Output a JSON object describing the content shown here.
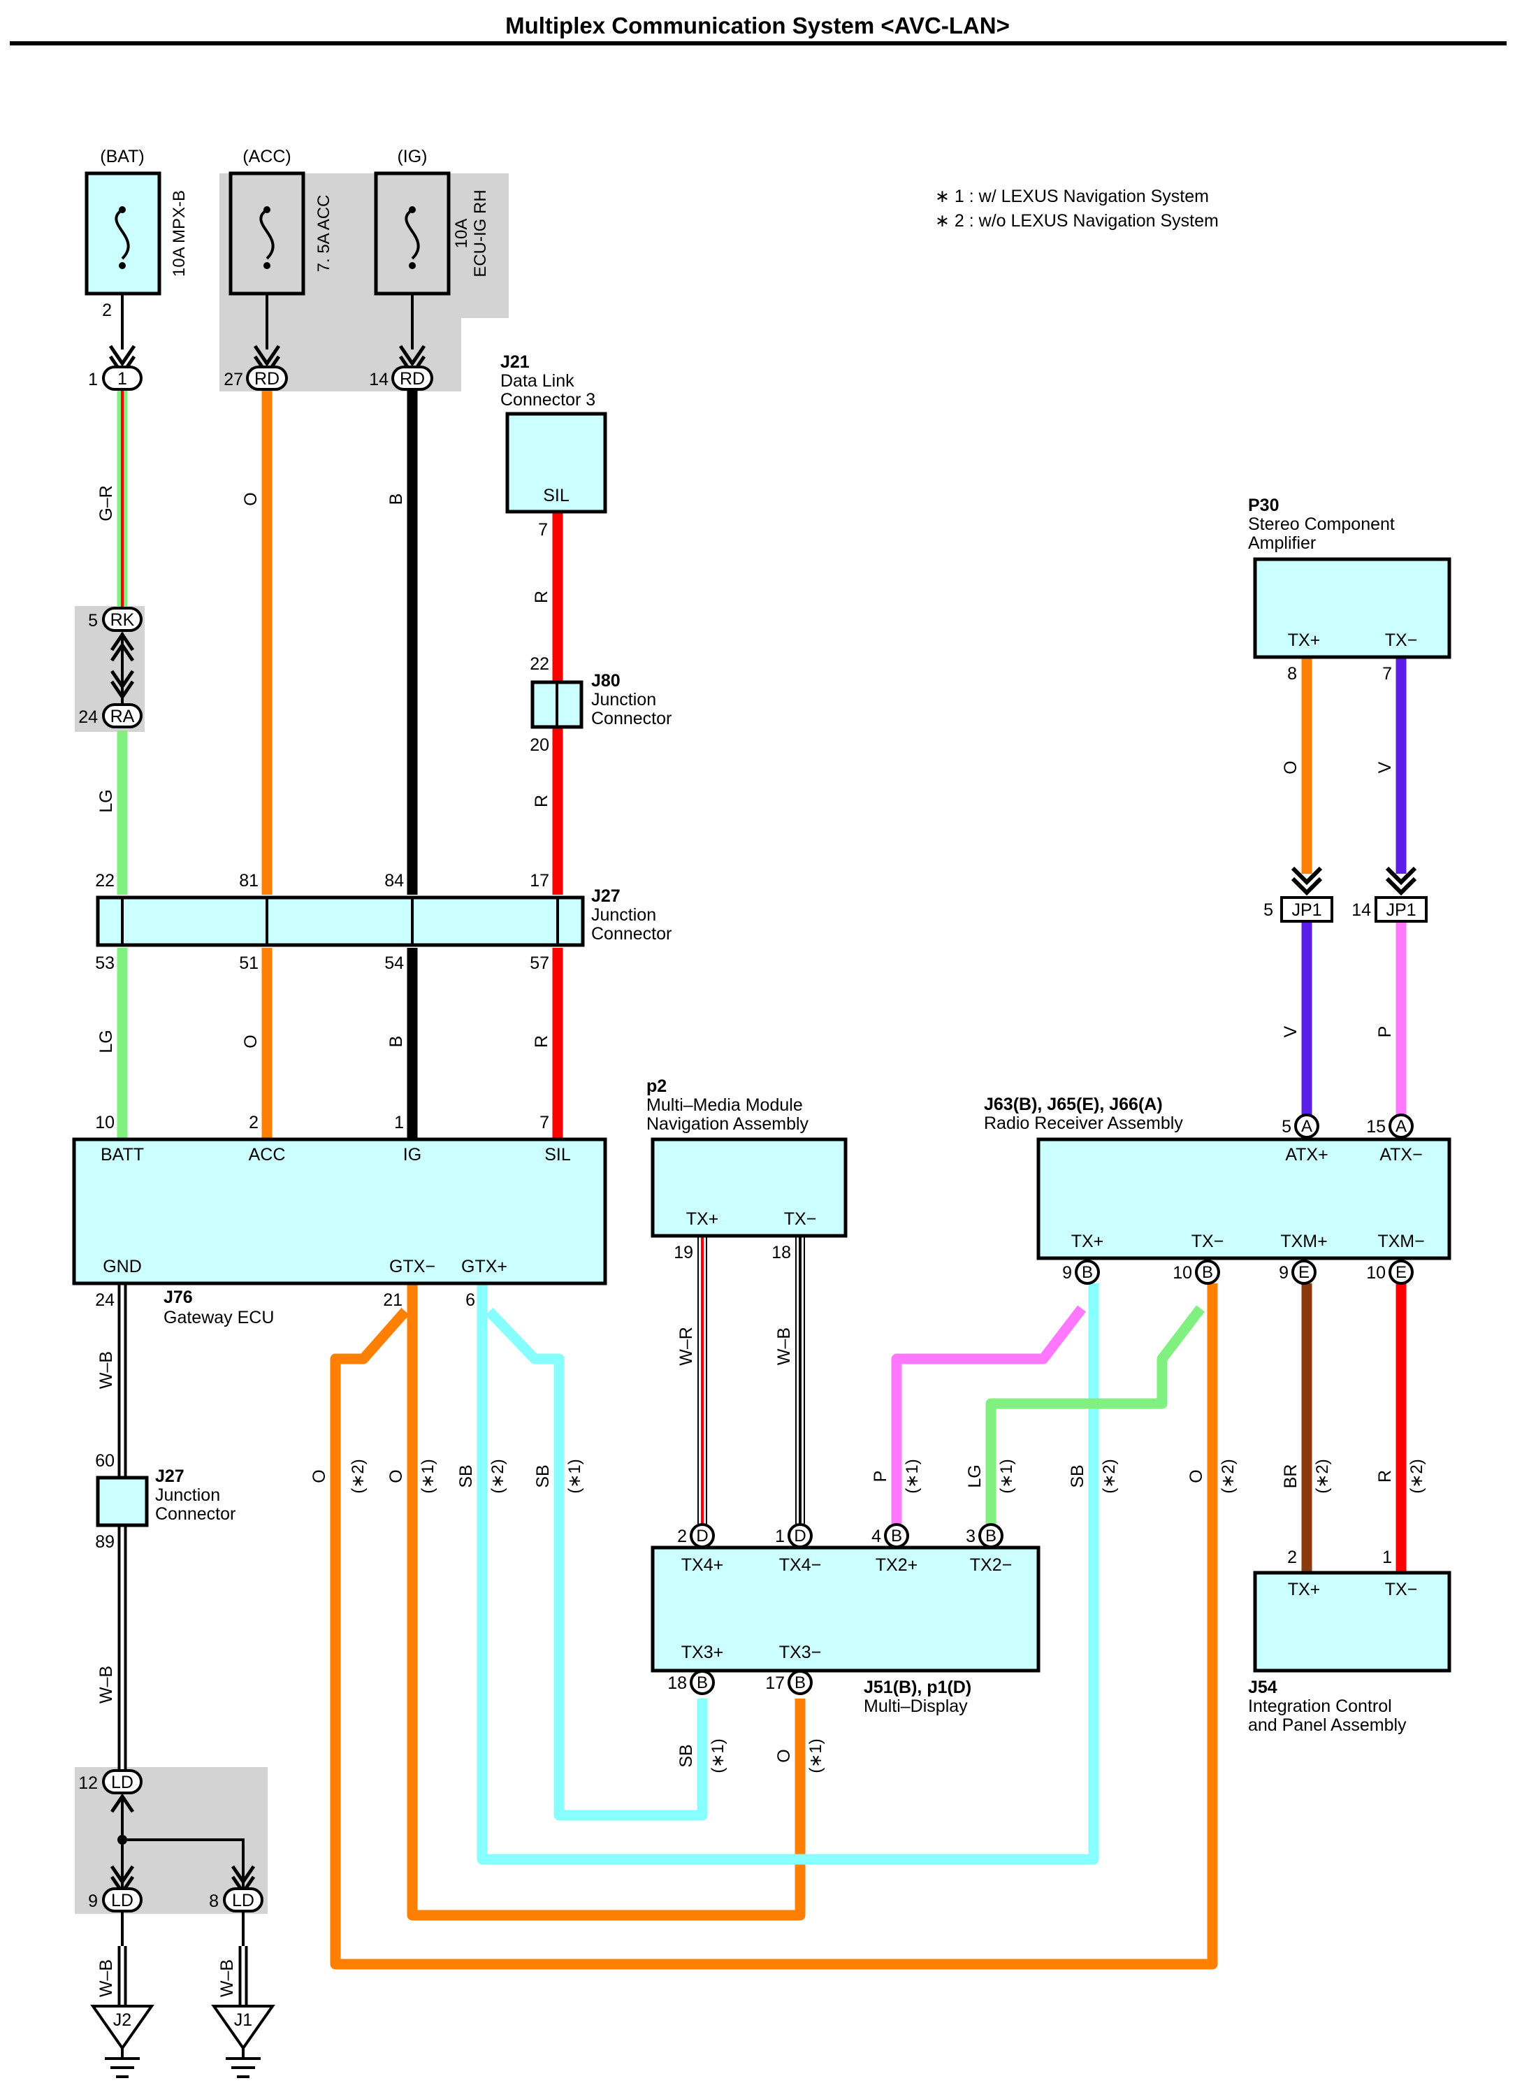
{
  "title": "Multiplex Communication System <AVC-LAN>",
  "notes": [
    "∗ 1 : w/ LEXUS Navigation System",
    "∗ 2 : w/o LEXUS Navigation System"
  ],
  "colors": {
    "O": "#ff8000",
    "B": "#000000",
    "R": "#ff0000",
    "LG": "#80f080",
    "V": "#5a1ee6",
    "P": "#ff78ff",
    "SB": "#88ffff",
    "BR": "#8b3a0e",
    "G": "#80f080",
    "W": "#ffffff",
    "component_fill": "#ccffff",
    "shade": "#d3d3d3"
  },
  "fuses": [
    {
      "source": "(BAT)",
      "label": "10A MPX-B"
    },
    {
      "source": "(ACC)",
      "label": "7. 5A ACC"
    },
    {
      "source": "(IG)",
      "label": "10A ECU-IG RH",
      "label_lines": [
        "10A",
        "ECU-IG RH"
      ]
    }
  ],
  "components": {
    "j21": {
      "id": "J21",
      "name_lines": [
        "Data Link",
        "Connector 3"
      ],
      "pin": "SIL"
    },
    "j80": {
      "id": "J80",
      "name_lines": [
        "Junction",
        "Connector"
      ]
    },
    "j27a": {
      "id": "J27",
      "name_lines": [
        "Junction",
        "Connector"
      ]
    },
    "j27b": {
      "id": "J27",
      "name_lines": [
        "Junction",
        "Connector"
      ]
    },
    "j76": {
      "id": "J76",
      "name": "Gateway ECU",
      "pins": [
        "BATT",
        "ACC",
        "IG",
        "SIL",
        "GND",
        "GTX−",
        "GTX+"
      ]
    },
    "p2": {
      "id": "p2",
      "name_lines": [
        "Multi–Media Module",
        "Navigation Assembly"
      ],
      "pins": [
        "TX+",
        "TX−"
      ]
    },
    "radio": {
      "id": "J63(B), J65(E), J66(A)",
      "name": "Radio Receiver Assembly",
      "pins": [
        "ATX+",
        "ATX−",
        "TX+",
        "TX−",
        "TXM+",
        "TXM−"
      ]
    },
    "p30": {
      "id": "P30",
      "name_lines": [
        "Stereo Component",
        "Amplifier"
      ],
      "pins": [
        "TX+",
        "TX−"
      ]
    },
    "j51": {
      "id": "J51(B), p1(D)",
      "name": "Multi–Display",
      "pins": [
        "TX4+",
        "TX4−",
        "TX2+",
        "TX2−",
        "TX3+",
        "TX3−"
      ]
    },
    "j54": {
      "id": "J54",
      "name_lines": [
        "Integration Control",
        "and Panel Assembly"
      ],
      "pins": [
        "TX+",
        "TX−"
      ]
    }
  },
  "connectors": [
    "1",
    "RD",
    "RD",
    "RK",
    "RA",
    "JP1",
    "JP1",
    "A",
    "A",
    "B",
    "B",
    "E",
    "E",
    "D",
    "D",
    "B",
    "B",
    "B",
    "B",
    "LD",
    "LD",
    "LD",
    "J2",
    "J1"
  ],
  "pin_numbers": [
    "2",
    "1",
    "27",
    "14",
    "7",
    "22",
    "20",
    "5",
    "24",
    "22",
    "81",
    "84",
    "17",
    "53",
    "51",
    "54",
    "57",
    "10",
    "2",
    "1",
    "7",
    "24",
    "21",
    "6",
    "60",
    "89",
    "12",
    "9",
    "8",
    "19",
    "18",
    "2",
    "1",
    "4",
    "3",
    "18",
    "17",
    "9",
    "10",
    "9",
    "10",
    "5",
    "15",
    "8",
    "7",
    "5",
    "14",
    "2",
    "1"
  ],
  "wire_labels": [
    "G–R",
    "O",
    "B",
    "R",
    "LG",
    "R",
    "LG",
    "O",
    "B",
    "R",
    "W–B",
    "W–B",
    "W–B",
    "W–B",
    "W–R",
    "W–B",
    "O",
    "V",
    "V",
    "P",
    "O",
    "O",
    "SB",
    "SB",
    "P",
    "LG",
    "SB",
    "O",
    "BR",
    "R",
    "SB",
    "O"
  ],
  "option_tags": [
    "(∗2)",
    "(∗1)",
    "(∗2)",
    "(∗1)",
    "(∗1)",
    "(∗1)",
    "(∗2)",
    "(∗2)",
    "(∗2)",
    "(∗2)",
    "(∗1)",
    "(∗1)"
  ]
}
